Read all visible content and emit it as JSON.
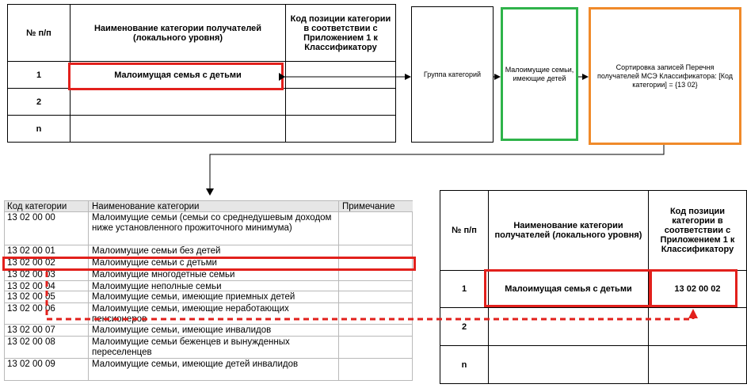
{
  "top_table": {
    "headers": [
      "№ п/п",
      "Наименование категории получателей (локального уровня)",
      "Код позиции категории в соответствии с Приложением 1 к Классификатору"
    ],
    "rows": [
      {
        "num": "1",
        "name": "Малоимущая семья с детьми",
        "code": ""
      },
      {
        "num": "2",
        "name": "",
        "code": ""
      },
      {
        "num": "n",
        "name": "",
        "code": ""
      }
    ]
  },
  "flow": {
    "group_label": "Группа категорий",
    "green_label": "Малоимущие семьи, имеющие детей",
    "orange_label": "Сортировка записей Перечня получателей МСЭ Классификатора: [Код категории] = {13 02}"
  },
  "classifier": {
    "headers": [
      "Код категории",
      "Наименование категории",
      "Примечание"
    ],
    "rows": [
      {
        "code": "13 02 00 00",
        "name": "Малоимущие семьи (семьи со среднедушевым доходом ниже установленного прожиточного минимума)"
      },
      {
        "code": "13 02 00 01",
        "name": "Малоимущие семьи без детей"
      },
      {
        "code": "13 02 00 02",
        "name": "Малоимущие семьи с детьми"
      },
      {
        "code": "13 02 00 03",
        "name": "Малоимущие многодетные семьи"
      },
      {
        "code": "13 02 00 04",
        "name": "Малоимущие неполные семьи"
      },
      {
        "code": "13 02 00 05",
        "name": "Малоимущие семьи, имеющие приемных детей"
      },
      {
        "code": "13 02 00 06",
        "name": "Малоимущие семьи, имеющие неработающих пенсионеров"
      },
      {
        "code": "13 02 00 07",
        "name": "Малоимущие семьи, имеющие инвалидов"
      },
      {
        "code": "13 02 00 08",
        "name": "Малоимущие семьи беженцев и вынужденных переселенцев"
      },
      {
        "code": "13 02 00 09",
        "name": "Малоимущие семьи, имеющие детей инвалидов"
      }
    ]
  },
  "bottom_table": {
    "headers": [
      "№ п/п",
      "Наименование категории получателей (локального уровня)",
      "Код позиции категории в соответствии с Приложением 1 к Классификатору"
    ],
    "rows": [
      {
        "num": "1",
        "name": "Малоимущая семья с детьми",
        "code": "13 02 00 02"
      },
      {
        "num": "2",
        "name": "",
        "code": ""
      },
      {
        "num": "n",
        "name": "",
        "code": ""
      }
    ]
  },
  "colors": {
    "highlight_red": "#e2201c",
    "green_border": "#2fb34a",
    "orange_border": "#f08a2a",
    "table_header_bg": "#e6e6e6"
  }
}
